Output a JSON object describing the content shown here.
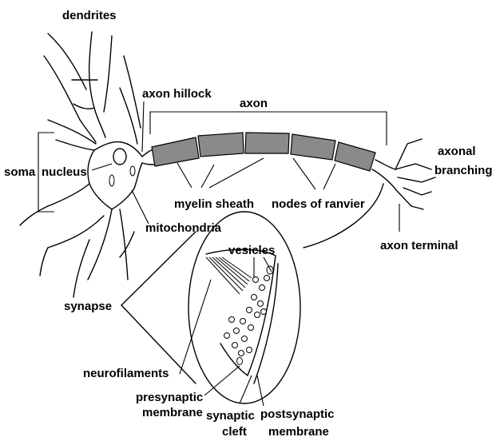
{
  "diagram": {
    "colors": {
      "ink": "#000000",
      "background": "#ffffff",
      "myelin_fill": "#8a8a8a"
    },
    "labels": {
      "dendrites": "dendrites",
      "axon_hillock": "axon hillock",
      "axon": "axon",
      "soma": "soma",
      "nucleus": "nucleus",
      "axonal": "axonal",
      "branching": "branching",
      "myelin_sheath": "myelin sheath",
      "nodes_of_ranvier": "nodes of ranvier",
      "mitochondria": "mitochondria",
      "axon_terminal": "axon terminal",
      "vesicles": "vesicles",
      "synapse": "synapse",
      "neurofilaments": "neurofilaments",
      "presynaptic_1": "presynaptic",
      "presynaptic_2": "membrane",
      "synaptic_1": "synaptic",
      "synaptic_2": "cleft",
      "postsynaptic_1": "postsynaptic",
      "postsynaptic_2": "membrane"
    }
  }
}
